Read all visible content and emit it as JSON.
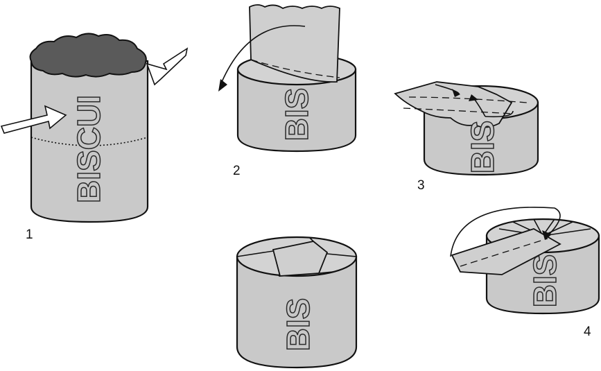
{
  "labels": {
    "step1": "1",
    "step2": "2",
    "step3": "3",
    "step4": "4",
    "can_text_full": "BISCUI",
    "can_text_short": "BIS"
  },
  "colors": {
    "can_fill": "#c9c9c9",
    "top_fill": "#d3d3d3",
    "dark_rim": "#5a5a5a",
    "outline": "#111111"
  }
}
